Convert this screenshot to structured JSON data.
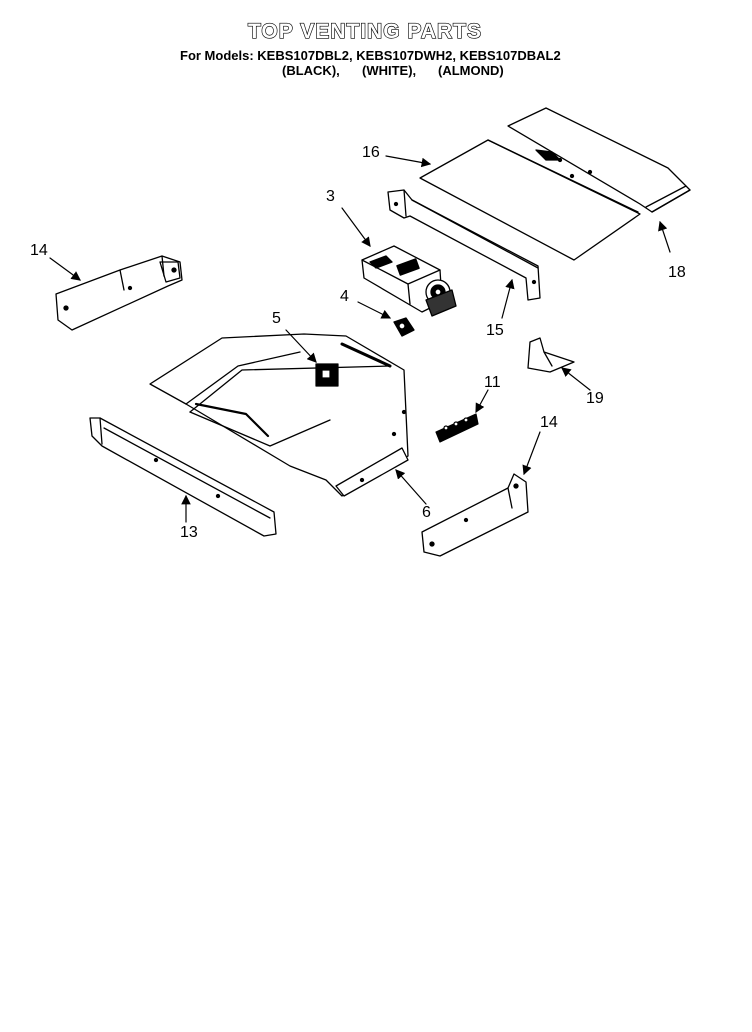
{
  "header": {
    "title": "TOP VENTING PARTS",
    "models": "For Models: KEBS107DBL2, KEBS107DWH2, KEBS107DBAL2",
    "color_black": "(BLACK),",
    "color_white": "(WHITE),",
    "color_almond": "(ALMOND)"
  },
  "callouts": {
    "c16": "16",
    "c3": "3",
    "c18": "18",
    "c14_left": "14",
    "c4": "4",
    "c15": "15",
    "c5": "5",
    "c11": "11",
    "c19": "19",
    "c14_right": "14",
    "c6": "6",
    "c13": "13"
  }
}
